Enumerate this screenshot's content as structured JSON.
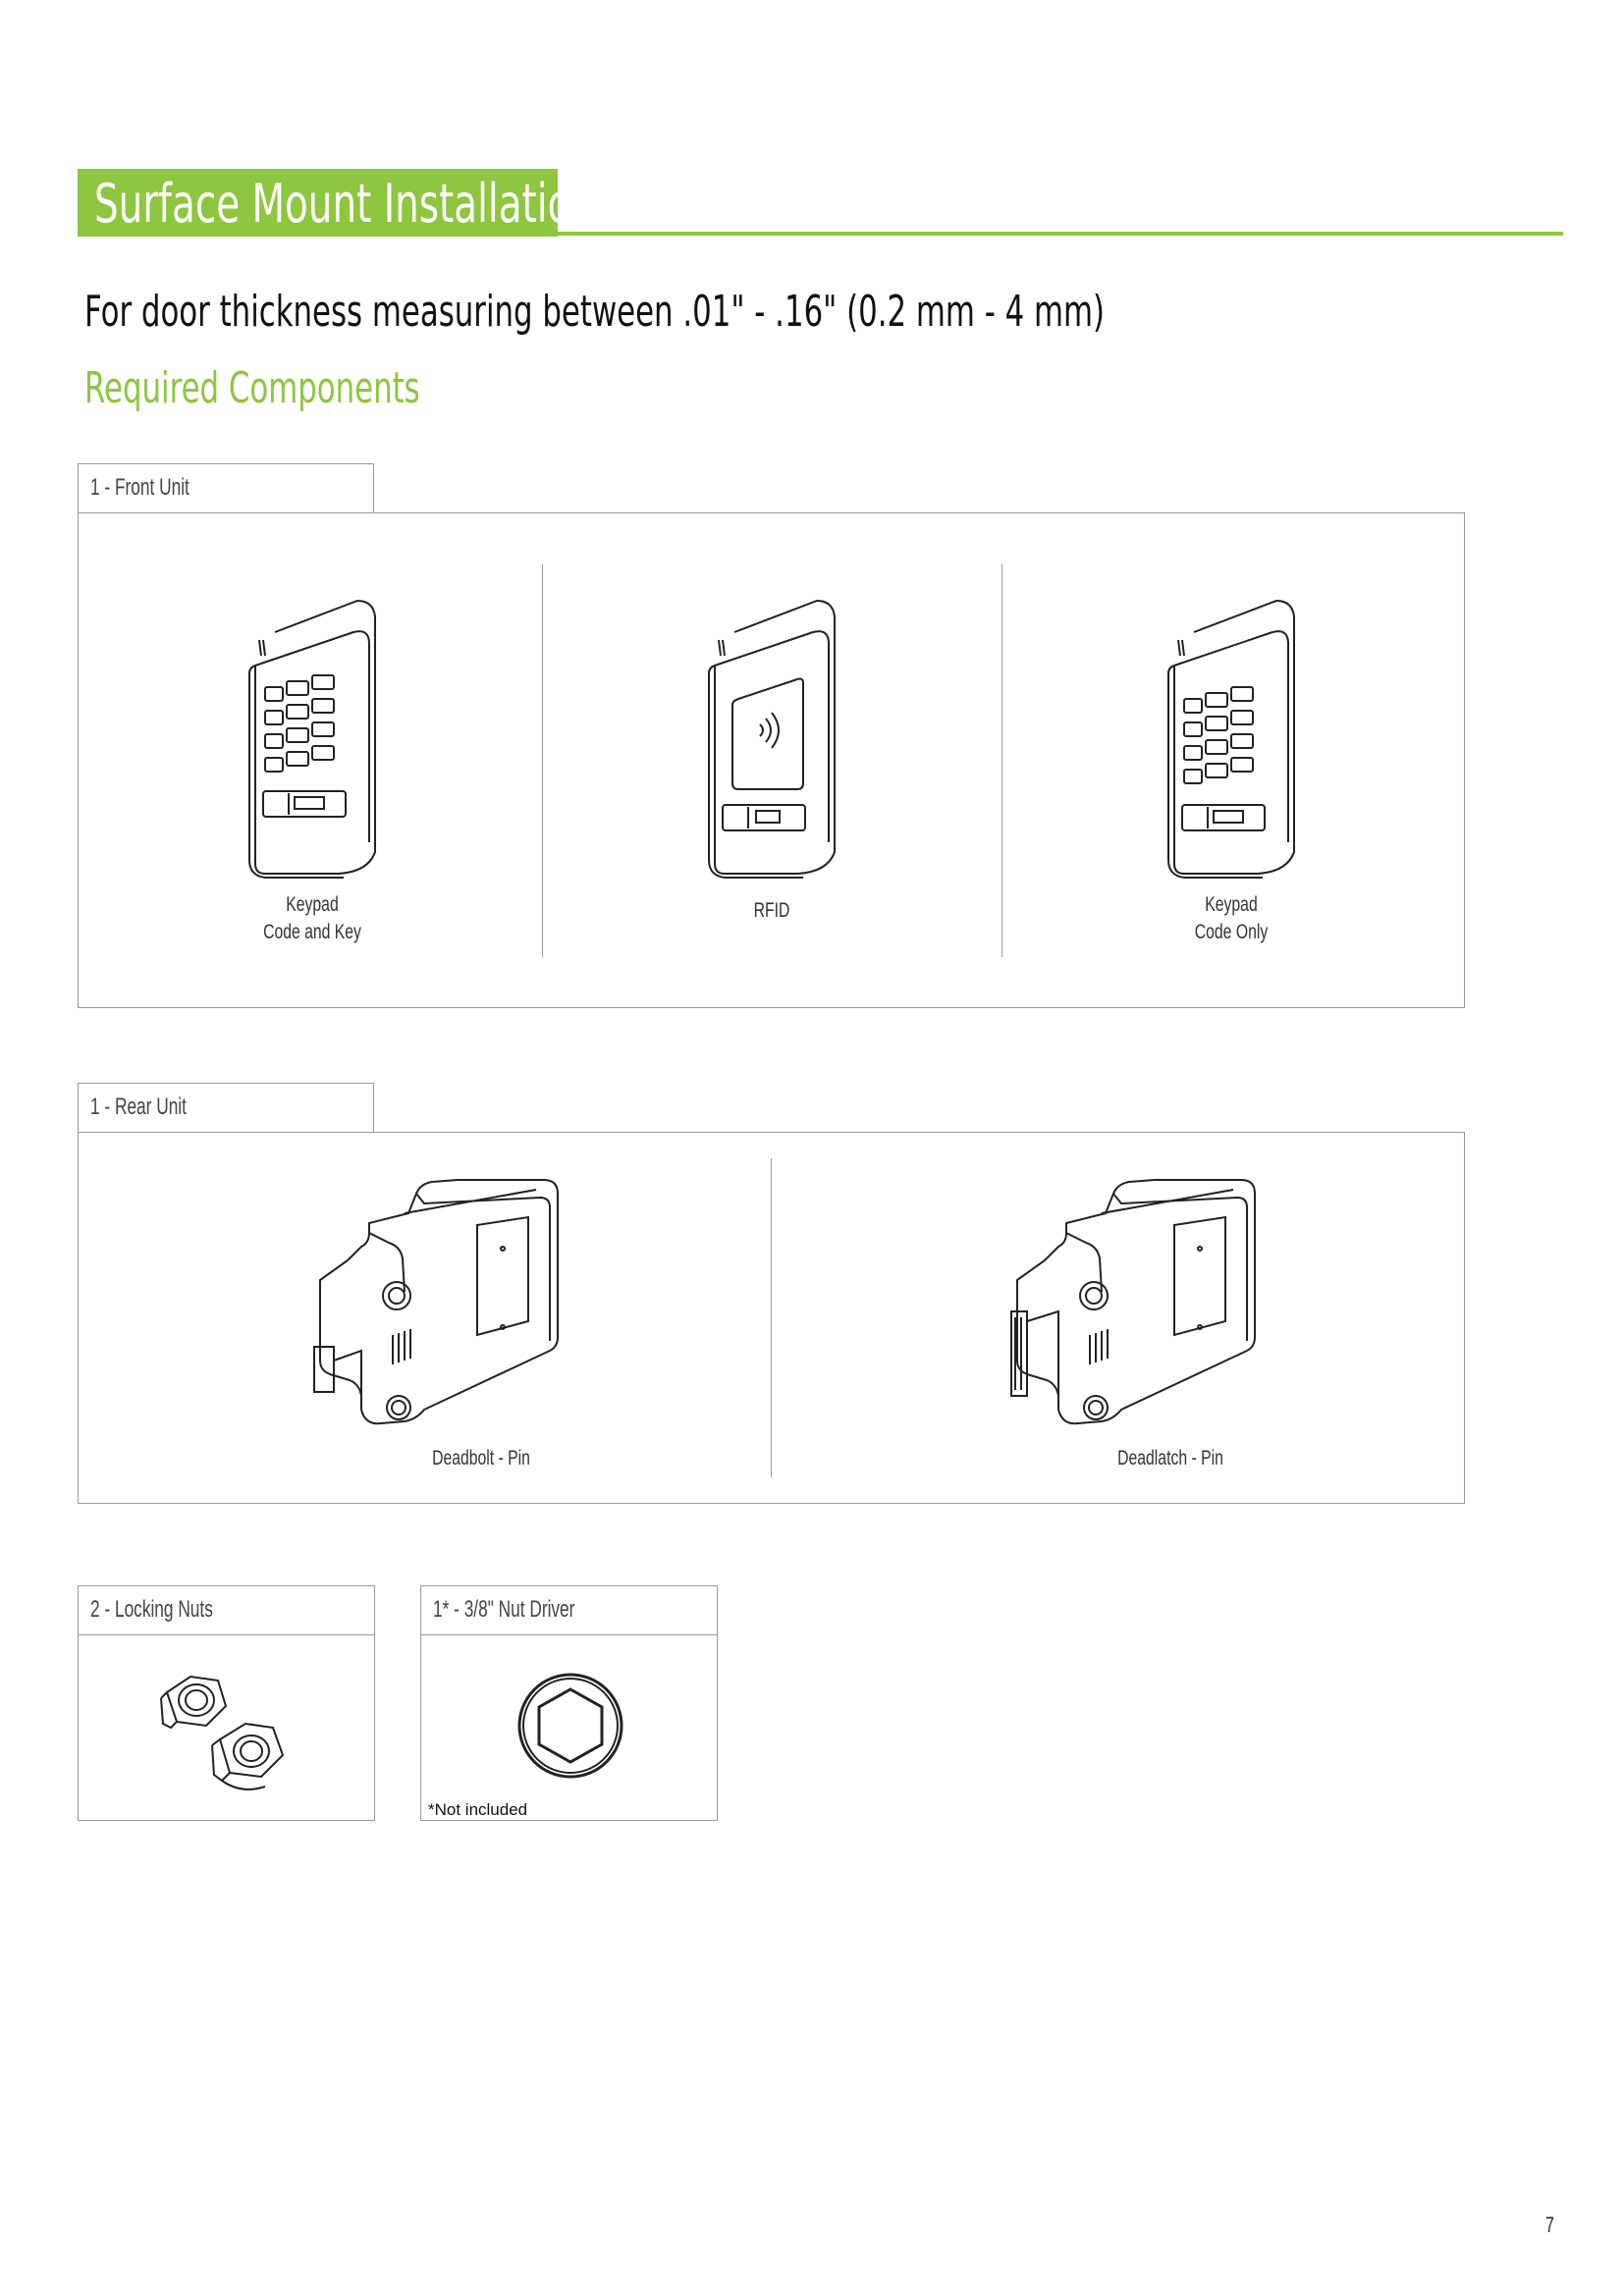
{
  "header": {
    "title": "Surface Mount Installation"
  },
  "subtitle": "For door thickness measuring between .01\" - .16\" (0.2 mm - 4 mm)",
  "required_heading": "Required Components",
  "front_unit": {
    "label": "1 - Front Unit",
    "items": [
      {
        "line1": "Keypad",
        "line2": "Code and Key",
        "icon": "keypad-code-and-key-illustration"
      },
      {
        "line1": "RFID",
        "line2": "",
        "icon": "rfid-reader-illustration"
      },
      {
        "line1": "Keypad",
        "line2": "Code Only",
        "icon": "keypad-code-only-illustration"
      }
    ]
  },
  "rear_unit": {
    "label": "1 - Rear Unit",
    "items": [
      {
        "line1": "Deadbolt - Pin",
        "icon": "deadbolt-lock-body-illustration"
      },
      {
        "line1": "Deadlatch - Pin",
        "icon": "deadlatch-lock-body-illustration"
      }
    ]
  },
  "locking_nuts": {
    "label": "2 - Locking Nuts",
    "icon": "hex-nut-illustration"
  },
  "nut_driver": {
    "label": "1* - 3/8\" Nut Driver",
    "note": "*Not included",
    "icon": "hex-socket-illustration"
  },
  "page_number": "7",
  "colors": {
    "accent": "#8dc63f",
    "border": "#9a9a9a"
  }
}
